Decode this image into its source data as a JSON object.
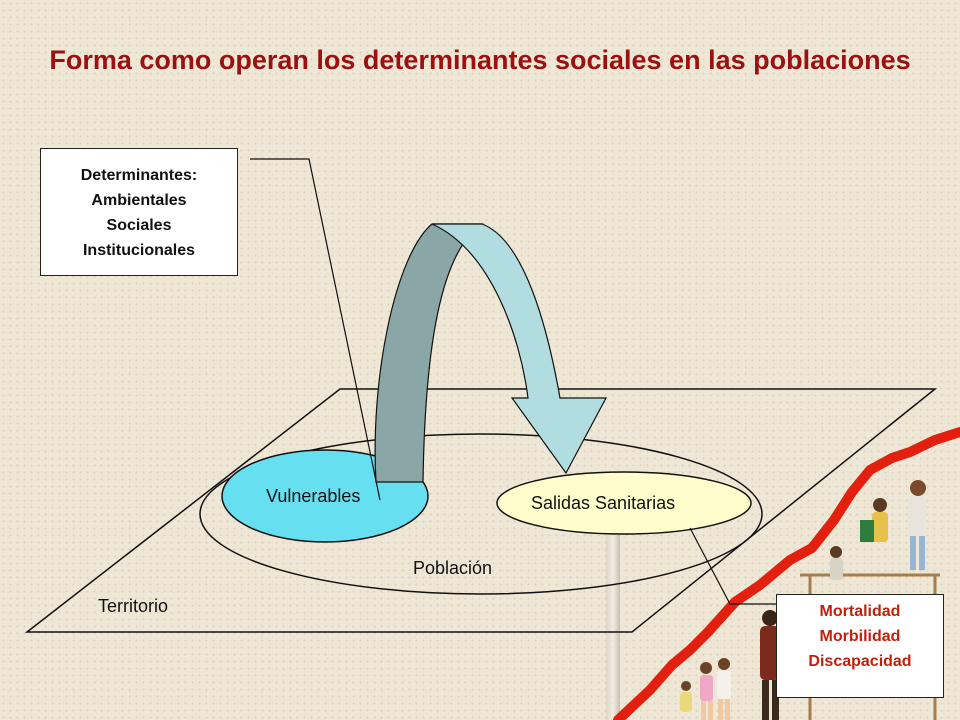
{
  "title": "Forma como operan los determinantes sociales en las poblaciones",
  "determinants_box": {
    "heading": "Determinantes:",
    "items": [
      "Ambientales",
      "Sociales",
      "Institucionales"
    ]
  },
  "nodes": {
    "vulnerables": "Vulnerables",
    "salidas": "Salidas Sanitarias",
    "poblacion": "Población",
    "territorio": "Territorio"
  },
  "outcomes_box": {
    "items": [
      "Mortalidad",
      "Morbilidad",
      "Discapacidad"
    ]
  },
  "colors": {
    "title": "#9b1111",
    "vulnerables_fill": "#66dff0",
    "salidas_fill": "#fefdcb",
    "arrow_left": "#8aa6a6",
    "arrow_right": "#b2dde0",
    "outcomes_text": "#c21f0c",
    "trend_line": "#e3200f"
  },
  "decoration": {
    "background_illustration": "children-climbing-rising-red-line-graph"
  }
}
